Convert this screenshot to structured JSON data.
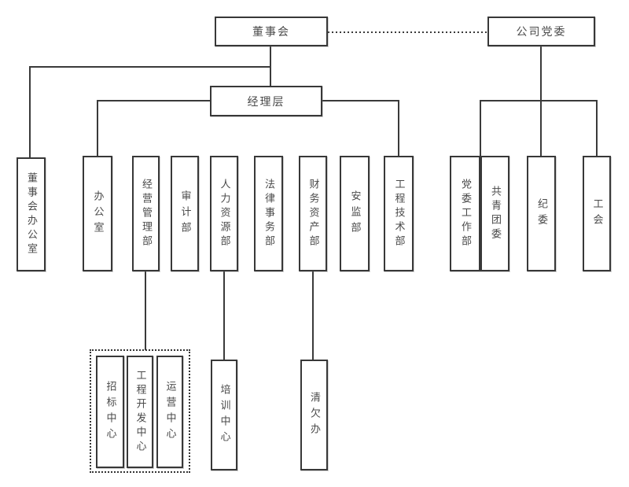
{
  "diagram": {
    "type": "org-chart",
    "colors": {
      "line": "#3a3a3a",
      "border": "#383838",
      "text": "#4a4a4a",
      "background": "#ffffff"
    },
    "nodes": {
      "board": "董事会",
      "party_committee": "公司党委",
      "management": "经理层",
      "board_office": "董事会办公室",
      "general_office": "办公室",
      "business_management": "经营管理部",
      "audit": "审计部",
      "human_resources": "人力资源部",
      "legal_affairs": "法律事务部",
      "finance_assets": "财务资产部",
      "safety_supervision": "安监部",
      "engineering_technology": "工程技术部",
      "party_work": "党委工作部",
      "youth_league": "共青团委",
      "discipline_committee": "纪委",
      "labor_union": "工会",
      "bidding_center": "招标中心",
      "engineering_development_center": "工程开发中心",
      "operations_center": "运营中心",
      "training_center": "培训中心",
      "arrears_office": "清欠办"
    },
    "edges": [
      {
        "from": "board",
        "to": "management",
        "style": "solid"
      },
      {
        "from": "board",
        "to": "board_office",
        "style": "solid"
      },
      {
        "from": "board",
        "to": "party_committee",
        "style": "dotted"
      },
      {
        "from": "management",
        "to": "general_office",
        "style": "solid"
      },
      {
        "from": "management",
        "to": "engineering_technology",
        "style": "solid"
      },
      {
        "from": "party_committee",
        "to": "party_work",
        "style": "solid"
      },
      {
        "from": "party_committee",
        "to": "youth_league",
        "style": "solid"
      },
      {
        "from": "party_committee",
        "to": "discipline_committee",
        "style": "solid"
      },
      {
        "from": "party_committee",
        "to": "labor_union",
        "style": "solid"
      },
      {
        "from": "business_management",
        "to": "centers_group",
        "style": "solid"
      },
      {
        "from": "human_resources",
        "to": "training_center",
        "style": "solid"
      },
      {
        "from": "finance_assets",
        "to": "arrears_office",
        "style": "solid"
      }
    ],
    "groups": {
      "centers_group": [
        "bidding_center",
        "engineering_development_center",
        "operations_center"
      ]
    }
  }
}
